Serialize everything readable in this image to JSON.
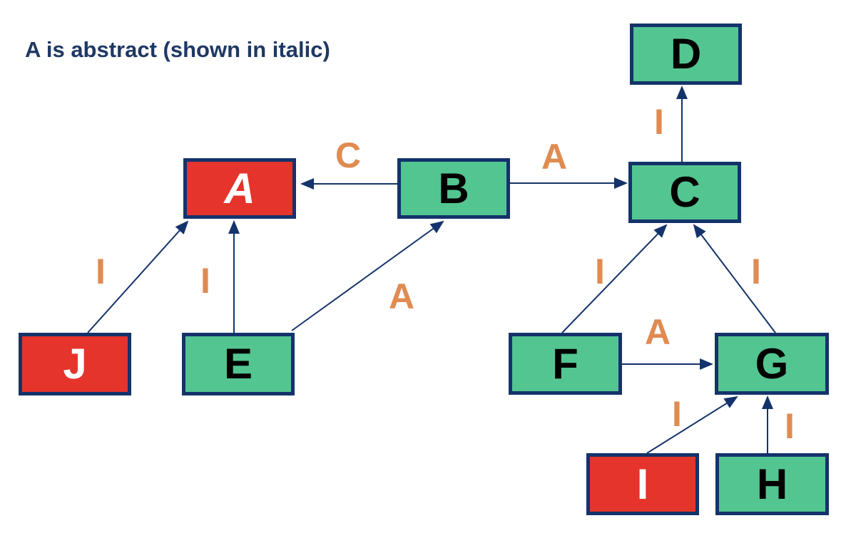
{
  "title": "A is abstract (shown in italic)",
  "colors": {
    "node-green": "#53C591",
    "node-red": "#E5342B",
    "border-navy": "#14336B",
    "arrow-navy": "#14336B",
    "label-orange": "#E08B51",
    "title-navy": "#1F3864"
  },
  "nodes": [
    {
      "id": "D",
      "label": "D",
      "fill": "green",
      "abstract": false
    },
    {
      "id": "A",
      "label": "A",
      "fill": "red",
      "abstract": true
    },
    {
      "id": "B",
      "label": "B",
      "fill": "green",
      "abstract": false
    },
    {
      "id": "C",
      "label": "C",
      "fill": "green",
      "abstract": false
    },
    {
      "id": "J",
      "label": "J",
      "fill": "red",
      "abstract": false
    },
    {
      "id": "E",
      "label": "E",
      "fill": "green",
      "abstract": false
    },
    {
      "id": "F",
      "label": "F",
      "fill": "green",
      "abstract": false
    },
    {
      "id": "G",
      "label": "G",
      "fill": "green",
      "abstract": false
    },
    {
      "id": "I",
      "label": "I",
      "fill": "red",
      "abstract": false
    },
    {
      "id": "H",
      "label": "H",
      "fill": "green",
      "abstract": false
    }
  ],
  "edges": [
    {
      "from": "B",
      "to": "A",
      "label": "C"
    },
    {
      "from": "B",
      "to": "C",
      "label": "A"
    },
    {
      "from": "C",
      "to": "D",
      "label": "I"
    },
    {
      "from": "J",
      "to": "A",
      "label": "I"
    },
    {
      "from": "E",
      "to": "A",
      "label": "I"
    },
    {
      "from": "E",
      "to": "B",
      "label": "A"
    },
    {
      "from": "F",
      "to": "C",
      "label": "I"
    },
    {
      "from": "G",
      "to": "C",
      "label": "I"
    },
    {
      "from": "F",
      "to": "G",
      "label": "A"
    },
    {
      "from": "I",
      "to": "G",
      "label": "I"
    },
    {
      "from": "H",
      "to": "G",
      "label": "I"
    }
  ]
}
